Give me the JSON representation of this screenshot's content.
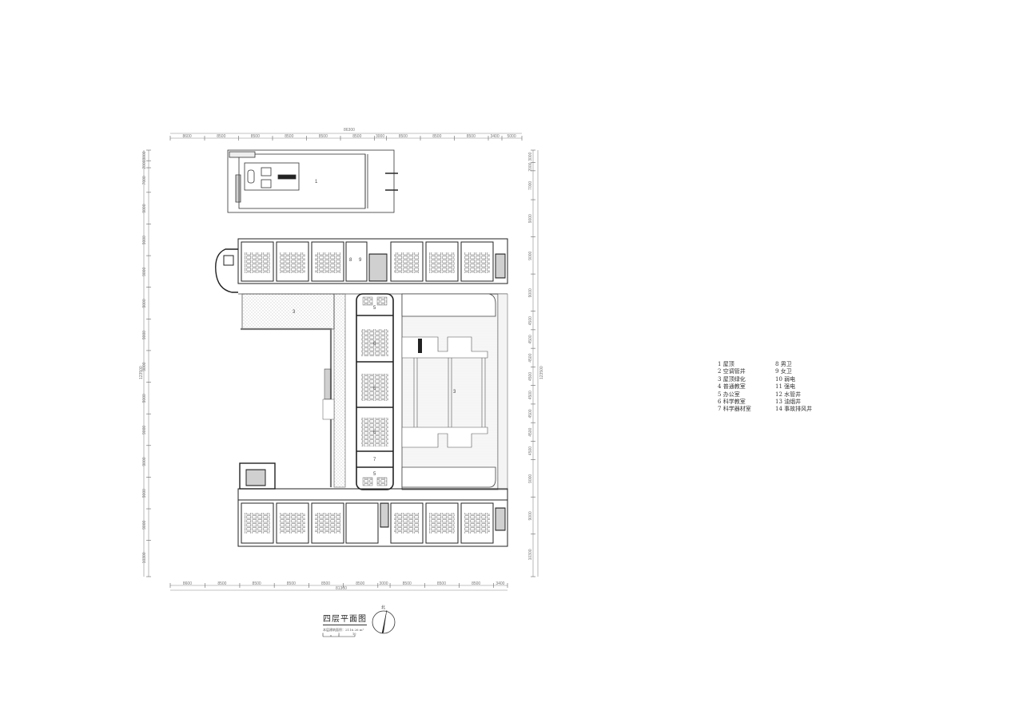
{
  "drawing": {
    "title": "四层平面图",
    "subtitle": "本层建筑面积：2116.26 m²",
    "north_label": "北",
    "scale_bar_labels": [
      "0",
      "5",
      "10"
    ]
  },
  "dimensions": {
    "top_total": "86300",
    "top_segments": [
      "8600",
      "8500",
      "8500",
      "8500",
      "8500",
      "8500",
      "3000",
      "8500",
      "8500",
      "8500",
      "3400",
      "5000"
    ],
    "bottom_total": "81300",
    "bottom_segments": [
      "8600",
      "8500",
      "8500",
      "8500",
      "8500",
      "8500",
      "3000",
      "8500",
      "8500",
      "8500",
      "3400"
    ],
    "left_total": "123500",
    "left_segments": [
      "3000",
      "2000",
      "7000",
      "9000",
      "9000",
      "9000",
      "9000",
      "9000",
      "9000",
      "9000",
      "9000",
      "9000",
      "9000",
      "9000",
      "10300"
    ],
    "right_total": "123500",
    "right_segments": [
      "3000",
      "2000",
      "7000",
      "9000",
      "9000",
      "9000",
      "4500",
      "4500",
      "4500",
      "4500",
      "4500",
      "4500",
      "4500",
      "4500",
      "9000",
      "9000",
      "10300"
    ]
  },
  "rooms": {
    "roof_label": "1",
    "green_roof_west_label": "3",
    "green_roof_east_label": "3",
    "office_north_label": "5",
    "office_south_label": "5",
    "science_labels": [
      "6",
      "6",
      "6"
    ],
    "equipment_label": "7",
    "mens_label": "8",
    "womens_label": "9"
  },
  "legend": {
    "left": [
      {
        "num": "1",
        "text": "屋顶"
      },
      {
        "num": "2",
        "text": "空调管井"
      },
      {
        "num": "3",
        "text": "屋顶绿化"
      },
      {
        "num": "4",
        "text": "普通教室"
      },
      {
        "num": "5",
        "text": "办公室"
      },
      {
        "num": "6",
        "text": "科学教室"
      },
      {
        "num": "7",
        "text": "科学器材室"
      }
    ],
    "right": [
      {
        "num": "8",
        "text": "男卫"
      },
      {
        "num": "9",
        "text": "女卫"
      },
      {
        "num": "10",
        "text": "弱电"
      },
      {
        "num": "11",
        "text": "强电"
      },
      {
        "num": "12",
        "text": "水管井"
      },
      {
        "num": "13",
        "text": "油烟井"
      },
      {
        "num": "14",
        "text": "事故排风井"
      }
    ]
  },
  "colors": {
    "line": "#222222",
    "dim_line": "#888888",
    "hatch": "#bbbbbb",
    "background": "#ffffff"
  }
}
